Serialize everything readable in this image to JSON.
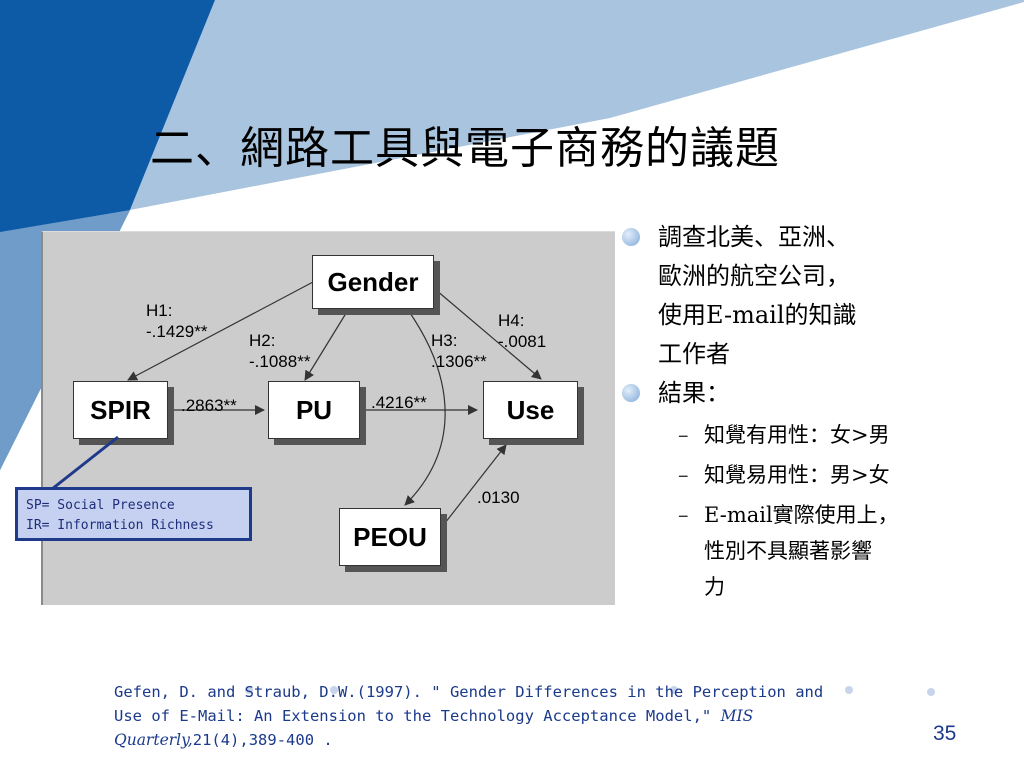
{
  "slide": {
    "title": "二、網路工具與電子商務的議題",
    "page_number": "35"
  },
  "diagram": {
    "nodes": {
      "gender": "Gender",
      "spir": "SPIR",
      "pu": "PU",
      "use": "Use",
      "peou": "PEOU"
    },
    "edge_labels": {
      "h1_name": "H1:",
      "h1_value": "-.1429**",
      "h2_name": "H2:",
      "h2_value": "-.1088**",
      "h3_name": "H3:",
      "h3_value": ".1306**",
      "h4_name": "H4:",
      "h4_value": "-.0081",
      "spir_pu": ".2863**",
      "pu_use": ".4216**",
      "peou_use": ".0130"
    },
    "legend": {
      "line1": "SP= Social Presence",
      "line2": "IR= Information Richness"
    }
  },
  "bullets": {
    "item1_line1": "調查北美、亞洲、",
    "item1_line2": "歐洲的航空公司，",
    "item1_line3": "使用E-mail的知識",
    "item1_line4": "工作者",
    "item2": "結果：",
    "sub1": "知覺有用性：女>男",
    "sub2": "知覺易用性：男>女",
    "sub3_line1": "E-mail實際使用上，",
    "sub3_line2": "性別不具顯著影響",
    "sub3_line3": "力"
  },
  "citation": {
    "line1": "Gefen, D. and Straub, D.W.(1997). \" Gender Differences in the Perception and",
    "line2": "Use of E-Mail: An Extension to the Technology Acceptance Model,\"",
    "journal": "MIS",
    "journal2": "Quarterly,",
    "rest": "21(4),389-400 ."
  },
  "colors": {
    "dark_blue": "#0d5aa7",
    "light_blue": "#a9c4de",
    "citation_text": "#1b3a8c",
    "legend_fill": "#c6d1f2"
  }
}
